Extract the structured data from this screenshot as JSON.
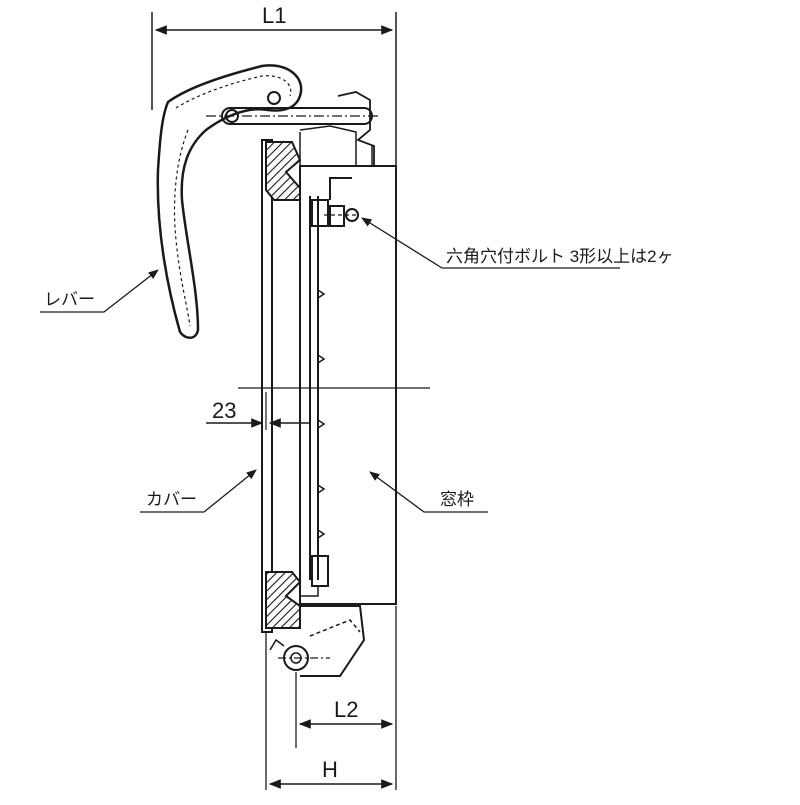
{
  "dimensions": {
    "l1": "L1",
    "l2": "L2",
    "h": "H",
    "gap": "23"
  },
  "callouts": {
    "bolt": "六角穴付ボルト  3形以上は2ヶ",
    "lever": "レバー",
    "cover": "カバー",
    "frame": "窓枠"
  }
}
